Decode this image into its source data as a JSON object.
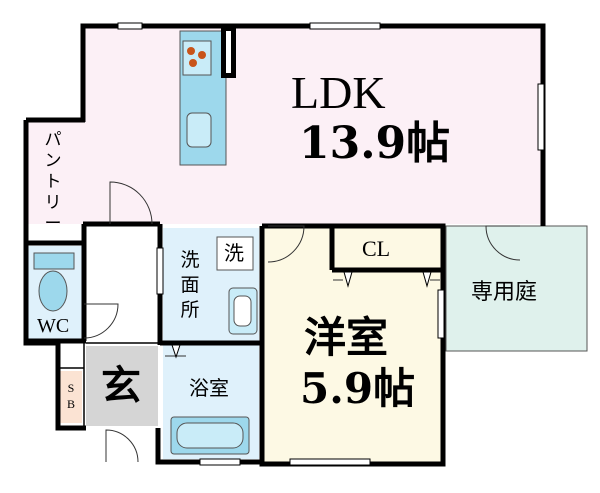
{
  "rooms": {
    "ldk": {
      "name": "LDK",
      "area": "13.9帖"
    },
    "western": {
      "name": "洋室",
      "area": "5.9帖"
    },
    "closet": "CL",
    "pantry": [
      "パ",
      "ン",
      "ト",
      "リ",
      "ー"
    ],
    "toilet": "WC",
    "washroom": [
      "洗",
      "面",
      "所"
    ],
    "washer": "洗",
    "bath": "浴室",
    "entrance": "玄",
    "shoebox": [
      "S",
      "B"
    ],
    "garden": "専用庭"
  },
  "colors": {
    "ldk": "#fcf0f6",
    "western": "#fdf9e4",
    "closet": "#fbe3d3",
    "wet": "#dff1fb",
    "entrance": "#d5d5d5",
    "garden": "#dff1ec",
    "fixture": "#9dd8ec"
  }
}
